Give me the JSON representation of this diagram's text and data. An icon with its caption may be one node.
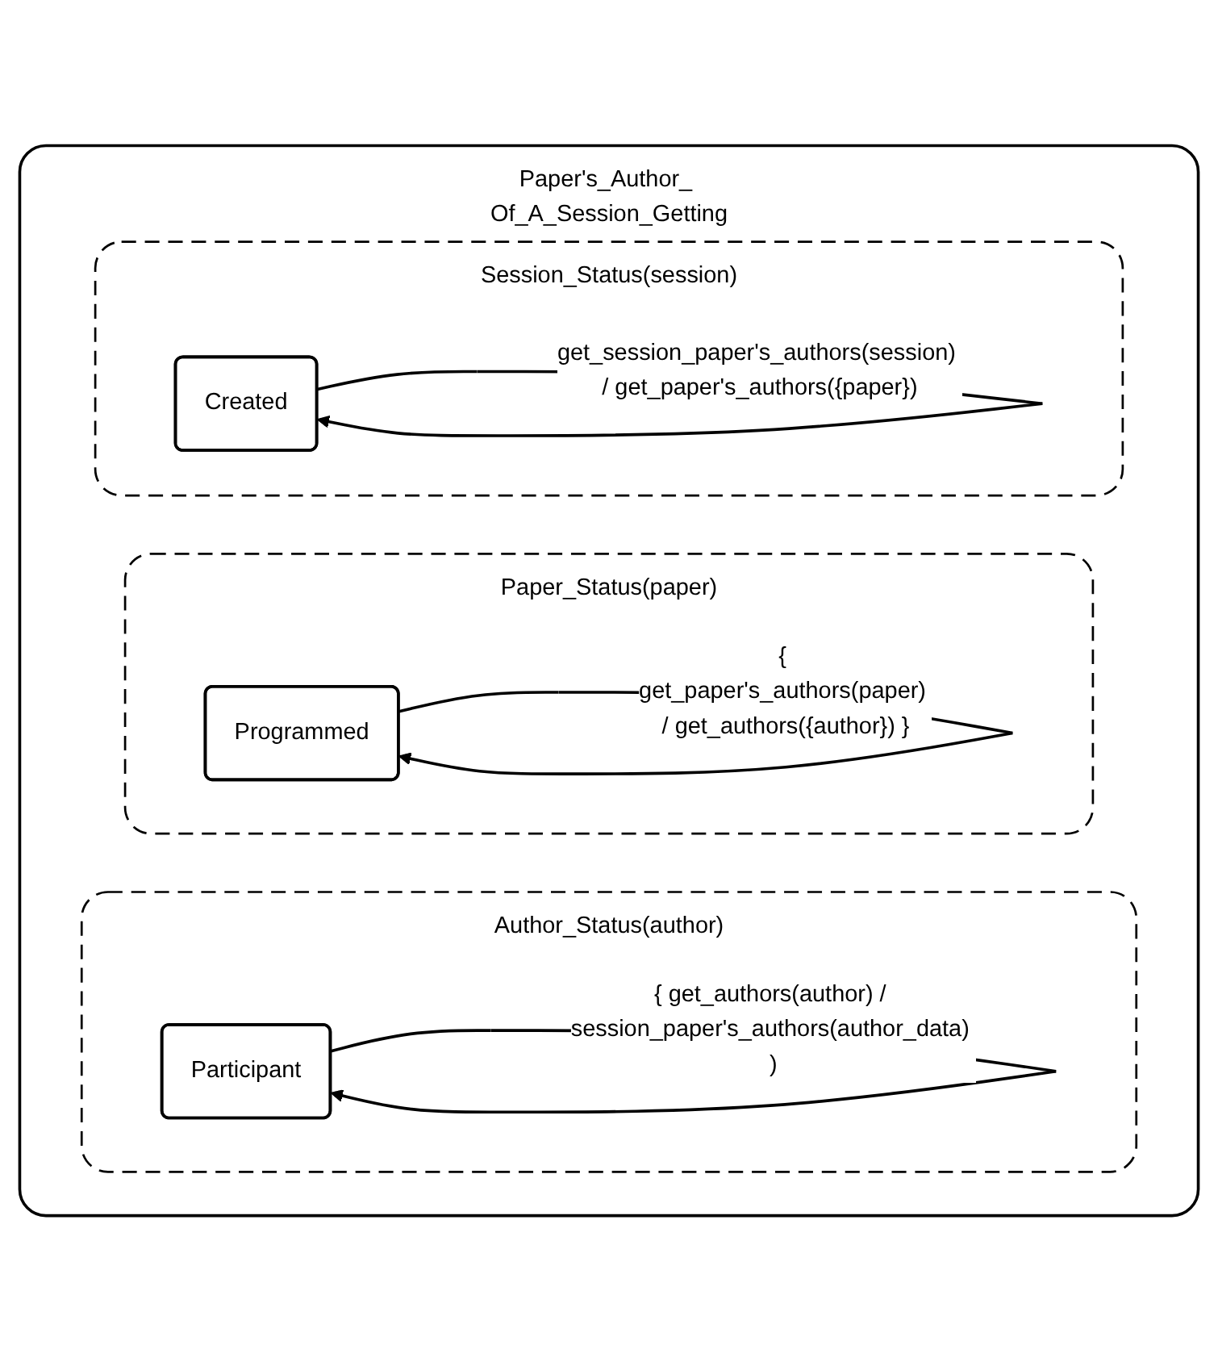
{
  "diagram": {
    "nodes": [
      {
        "text": [
          "Paper's_Author_ Of_A_Session_Getting"
        ]
      },
      {
        "text": [
          "Session_Status(session)"
        ],
        "in": 0
      },
      {
        "text": [
          "Created"
        ],
        "in": 1
      },
      {
        "text": [
          "Paper_Status(paper)"
        ],
        "in": 0
      },
      {
        "text": [
          "Programmed"
        ],
        "in": 3
      },
      {
        "text": [
          "Author_Status(author)"
        ],
        "in": 0
      },
      {
        "text": [
          "Participant"
        ],
        "in": 5
      }
    ],
    "edges": [
      {
        "from": 2,
        "to": 2,
        "arrow": "to",
        "label": "get_session_paper's_authors(session) / get_paper's_authors({paper})"
      },
      {
        "from": 4,
        "to": 4,
        "arrow": "to",
        "label": "{ get_paper's_authors(paper) / get_authors({author}) }"
      },
      {
        "from": 6,
        "to": 6,
        "arrow": "to",
        "label": "{ get_authors(author) / session_paper's_authors(author_data) )"
      }
    ]
  }
}
